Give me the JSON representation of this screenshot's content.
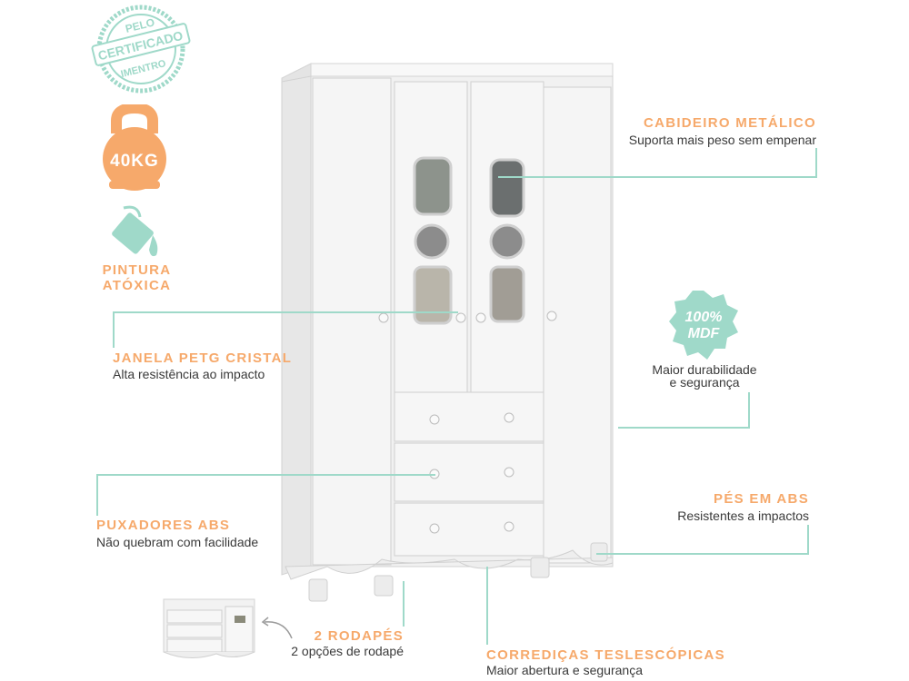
{
  "badges": {
    "certified": {
      "line1": "PELO",
      "line2": "CERTIFICADO",
      "line3": "IMENTRO"
    },
    "weight": {
      "label": "40KG"
    },
    "paint": {
      "line1": "PINTURA",
      "line2": "ATÓXICA"
    },
    "mdf": {
      "line1": "100%",
      "line2": "MDF"
    }
  },
  "features": {
    "hanger": {
      "title": "CABIDEIRO METÁLICO",
      "desc": "Suporta mais peso sem empenar"
    },
    "window": {
      "title": "JANELA PETG CRISTAL",
      "desc": "Alta resistência ao impacto"
    },
    "mdf": {
      "desc_line1": "Maior durabilidade",
      "desc_line2": "e segurança"
    },
    "handles": {
      "title": "PUXADORES ABS",
      "desc": "Não quebram com facilidade"
    },
    "feet": {
      "title": "PÉS EM ABS",
      "desc": "Resistentes a impactos"
    },
    "skirting": {
      "title": "2 RODAPÉS",
      "desc": "2 opções de rodapé"
    },
    "slides": {
      "title": "CORREDIÇAS TESLESCÓPICAS",
      "desc": "Maior abertura e segurança"
    }
  },
  "colors": {
    "accent_orange": "#f6a96b",
    "accent_mint": "#9fd9c9",
    "text": "#3a3a3a",
    "furniture": "#f3f3f3"
  }
}
